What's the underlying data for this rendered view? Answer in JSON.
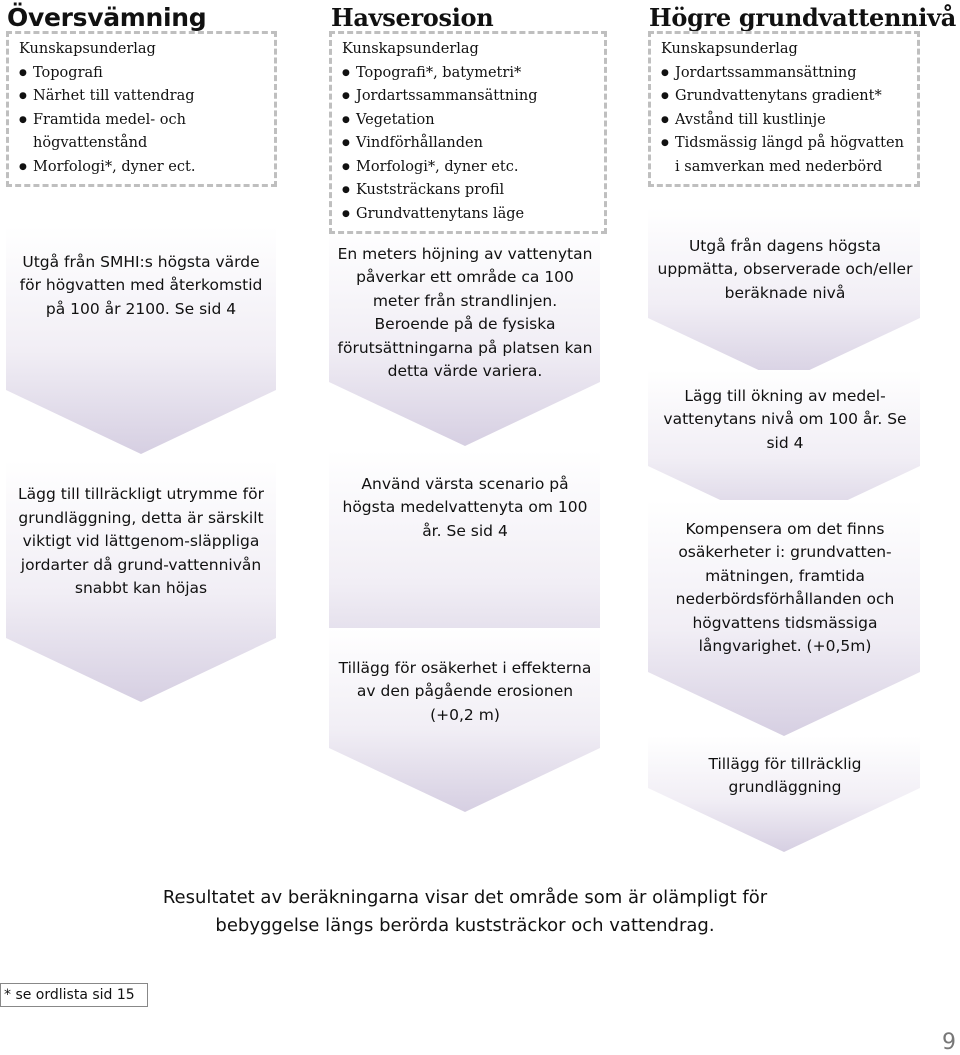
{
  "columns": [
    {
      "title": "Översvämning",
      "box_title": "Kunskapsunderlag",
      "box_items": [
        "Topografi",
        "Närhet till vattendrag",
        "Framtida medel- och högvattenstånd",
        "Morfologi*, dyner ect."
      ],
      "steps": [
        "Utgå från SMHI:s högsta värde för högvatten med återkomstid på 100 år 2100. Se sid 4",
        "Lägg till tillräckligt utrymme för grundläggning, detta är särskilt viktigt vid lättgenom-släppliga jordarter då grund-vattennivån snabbt kan höjas"
      ]
    },
    {
      "title": "Havserosion",
      "box_title": "Kunskapsunderlag",
      "box_items": [
        "Topografi*, batymetri*",
        "Jordartssammansättning",
        "Vegetation",
        "Vindförhållanden",
        "Morfologi*, dyner etc.",
        "Kuststräckans profil",
        "Grundvattenytans läge"
      ],
      "steps": [
        "En meters höjning av vattenytan påverkar ett område ca 100 meter från strandlinjen. Beroende på de fysiska förutsättningarna på platsen kan detta värde variera.",
        "Använd värsta scenario på högsta medelvattenyta om 100 år. Se sid 4",
        "Tillägg för osäkerhet i effekterna av den pågående erosionen (+0,2 m)"
      ]
    },
    {
      "title": "Högre grundvattennivå",
      "box_title": "Kunskapsunderlag",
      "box_items": [
        "Jordartssammansättning",
        "Grundvattenytans gradient*",
        "Avstånd till kustlinje",
        "Tidsmässig längd på högvatten i samverkan med nederbörd"
      ],
      "steps": [
        "Utgå från dagens högsta uppmätta, observerade och/eller beräknade nivå",
        "Lägg till ökning av medel-vattenytans nivå om 100 år. Se sid 4",
        "Kompensera om det finns osäkerheter i: grundvatten-mätningen, framtida nederbördsförhållanden och högvattens tidsmässiga långvarighet. (+0,5m)",
        "Tillägg för tillräcklig grundläggning"
      ]
    }
  ],
  "conclusion": "Resultatet av beräkningarna visar det område som är olämpligt för bebyggelse längs berörda kuststräckor och vattendrag.",
  "footnote": "* se ordlista sid 15",
  "page_number": "9",
  "colors": {
    "chevron_top": "#ffffff",
    "chevron_bottom": "#d9d3e4",
    "dash": "#bfbfbf"
  }
}
